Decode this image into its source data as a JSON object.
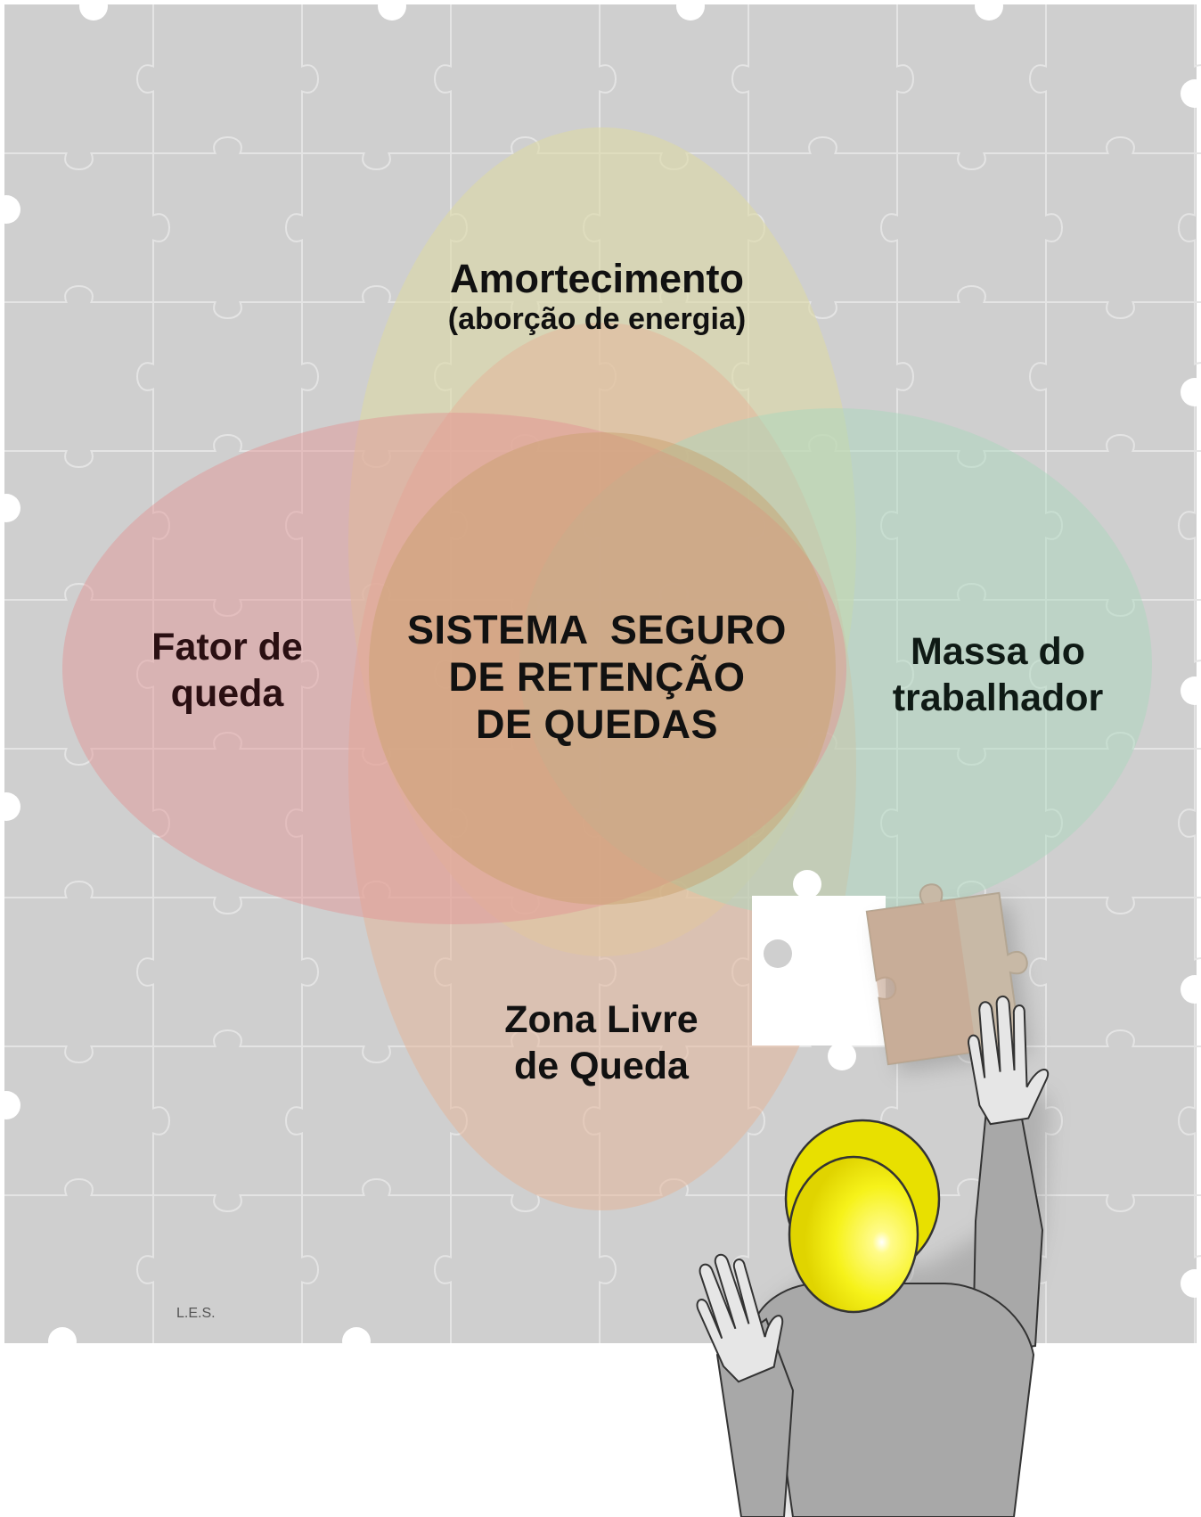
{
  "diagram": {
    "center_title_lines": [
      "SISTEMA  SEGURO",
      "DE RETENÇÃO",
      "DE QUEDAS"
    ],
    "ellipses": [
      {
        "key": "top",
        "lines": [
          "Amortecimento"
        ],
        "subtitle": "(aborção de energia)",
        "color": "#dcd9a6"
      },
      {
        "key": "left",
        "lines": [
          "Fator de",
          "queda"
        ],
        "color": "#e19595"
      },
      {
        "key": "right",
        "lines": [
          "Massa do",
          "trabalhador"
        ],
        "color": "#a9d8bd"
      },
      {
        "key": "bottom",
        "lines": [
          "Zona Livre",
          "de Queda"
        ],
        "color": "#e3b69a"
      }
    ],
    "author": "L.E.S."
  },
  "colors": {
    "puzzle_background": "#cfcfcf",
    "puzzle_lines": "#e4e4e4",
    "helmet": "#f6f21a",
    "worker_suit": "#a8a8a8",
    "gloves": "#e6e6e6"
  },
  "icons": {
    "worker": "worker-with-hard-hat-icon",
    "puzzle_piece": "puzzle-piece-icon"
  }
}
